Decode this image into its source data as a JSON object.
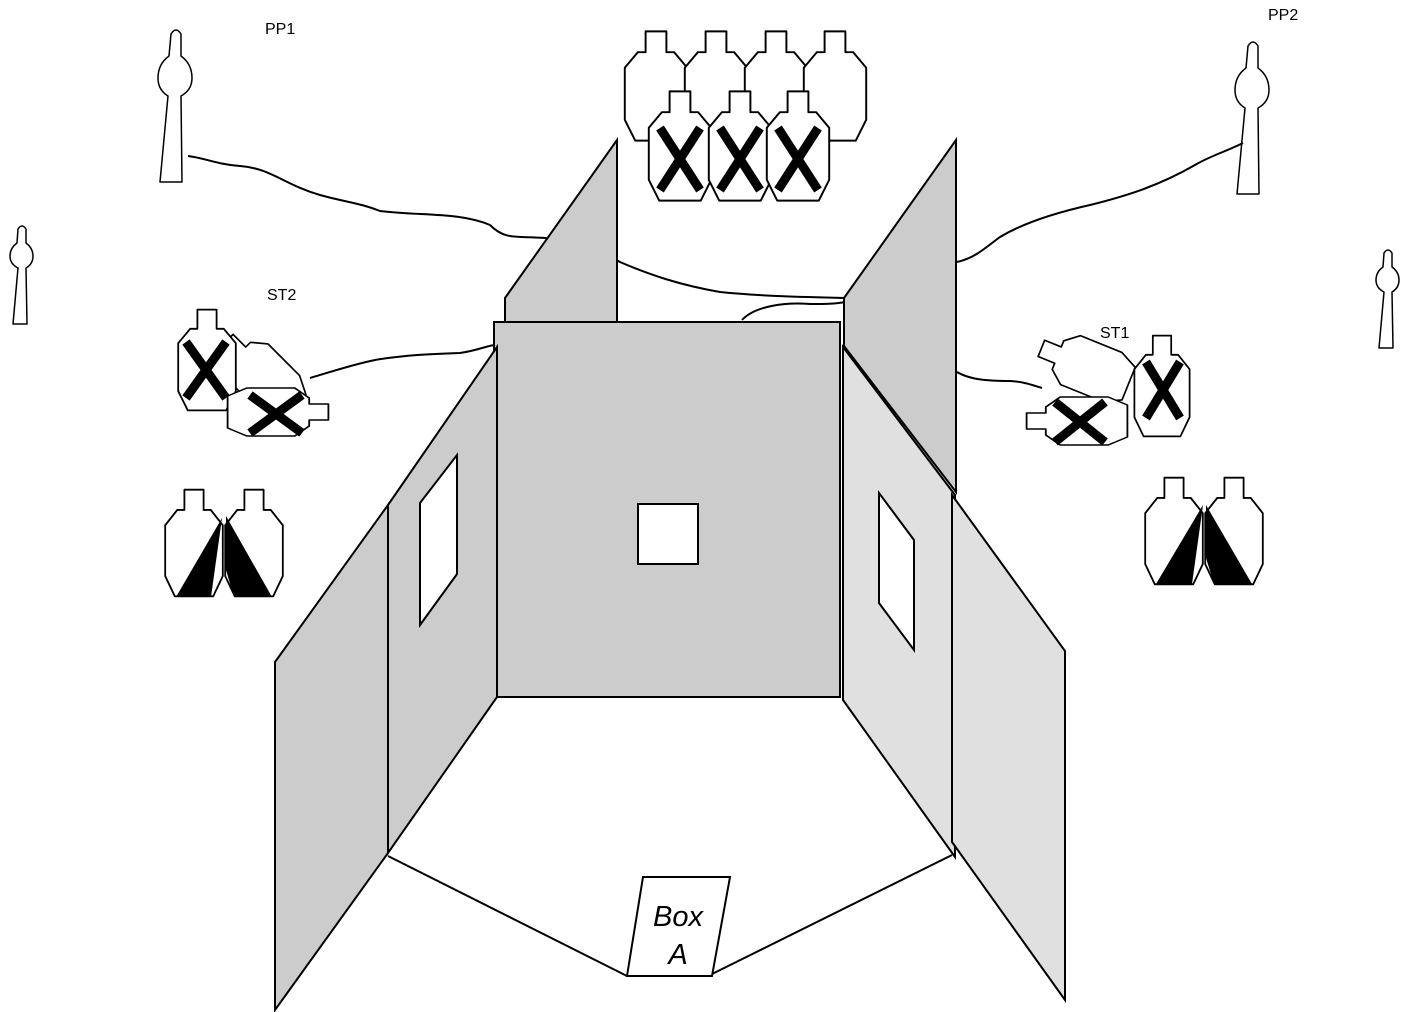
{
  "labels": {
    "pp1": "PP1",
    "pp2": "PP2",
    "st1": "ST1",
    "st2": "ST2",
    "box_line1": "Box",
    "box_line2": "A"
  },
  "colors": {
    "wall_dark": "#cccccc",
    "wall_light": "#e0e0e0",
    "outline": "#000000",
    "background": "#ffffff"
  }
}
